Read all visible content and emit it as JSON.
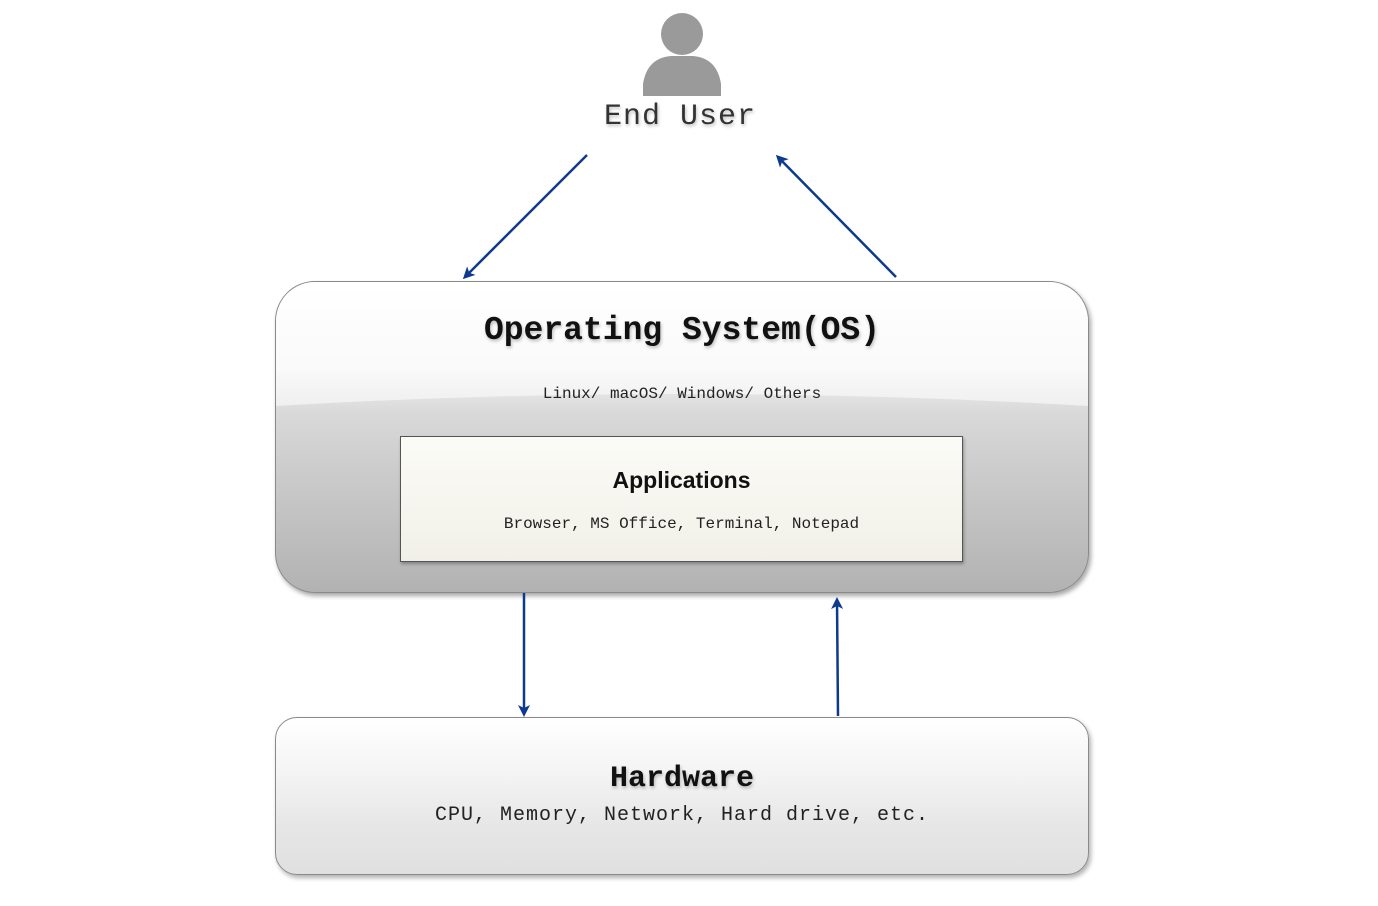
{
  "end_user": {
    "icon": "user-icon",
    "label": "End User"
  },
  "os": {
    "title": "Operating System(OS)",
    "subtitle": "Linux/ macOS/ Windows/ Others"
  },
  "applications": {
    "title": "Applications",
    "subtitle": "Browser, MS Office, Terminal, Notepad"
  },
  "hardware": {
    "title": "Hardware",
    "subtitle": "CPU, Memory, Network, Hard drive, etc."
  },
  "connections": [
    {
      "from": "End User",
      "to": "Operating System(OS)"
    },
    {
      "from": "Operating System(OS)",
      "to": "End User"
    },
    {
      "from": "Operating System(OS)",
      "to": "Hardware"
    },
    {
      "from": "Hardware",
      "to": "Operating System(OS)"
    }
  ],
  "colors": {
    "arrow": "#0d3a8c",
    "user_icon": "#9a9a9a"
  }
}
